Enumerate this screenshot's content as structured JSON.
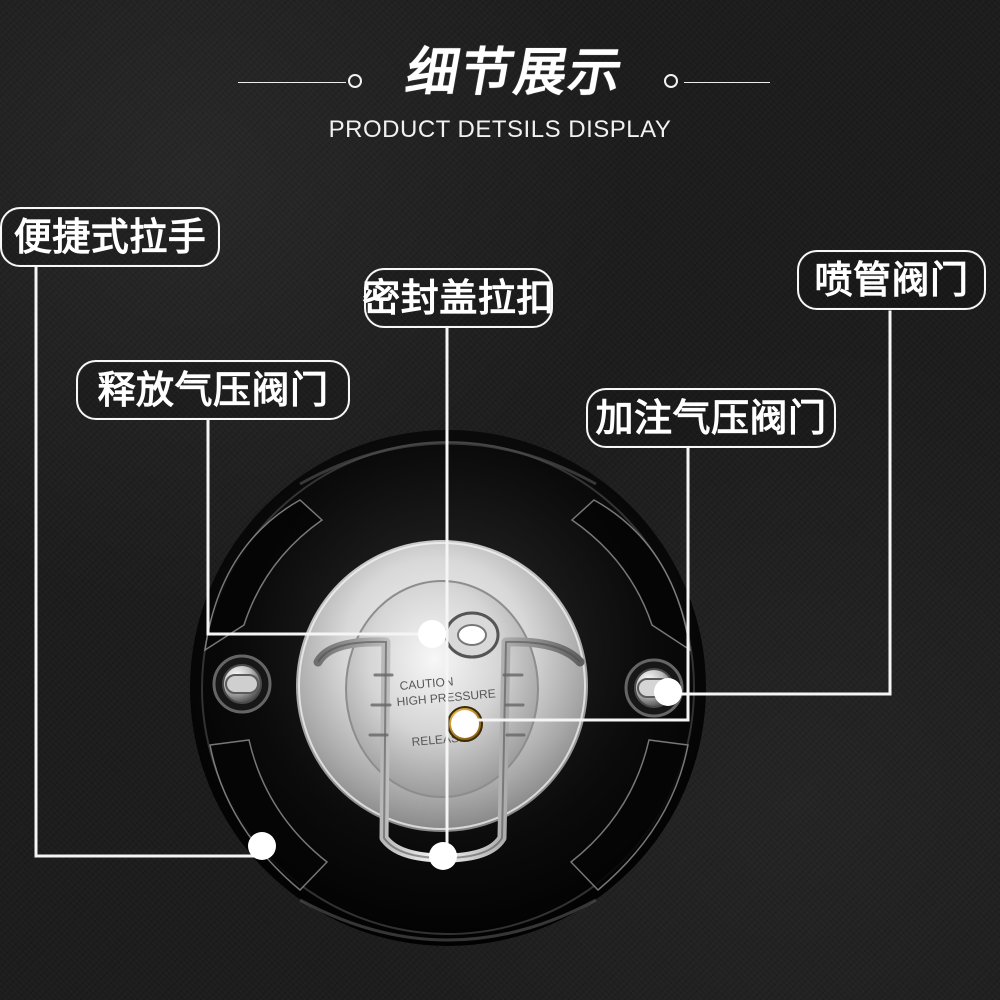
{
  "header": {
    "title_cn": "细节展示",
    "title_en": "PRODUCT DETSILS DISPLAY"
  },
  "labels": {
    "handle": "便捷式拉手",
    "lid_latch": "密封盖拉扣",
    "spray_valve": "喷管阀门",
    "release_valve": "释放气压阀门",
    "fill_valve": "加注气压阀门"
  },
  "product": {
    "cap_text_lines": [
      "CAUTION",
      "HIGH PRESSURE",
      "RELEASE"
    ]
  },
  "colors": {
    "background": "#1b1b1b",
    "text": "#ffffff",
    "line": "#f3f3f3",
    "metal": "#c9c9c9",
    "brass": "#b8860b"
  },
  "icons": {
    "title_ornaments": [
      "title-left-ornament-icon",
      "title-right-ornament-icon"
    ],
    "callout_markers": [
      "callout-dot-icon"
    ]
  }
}
